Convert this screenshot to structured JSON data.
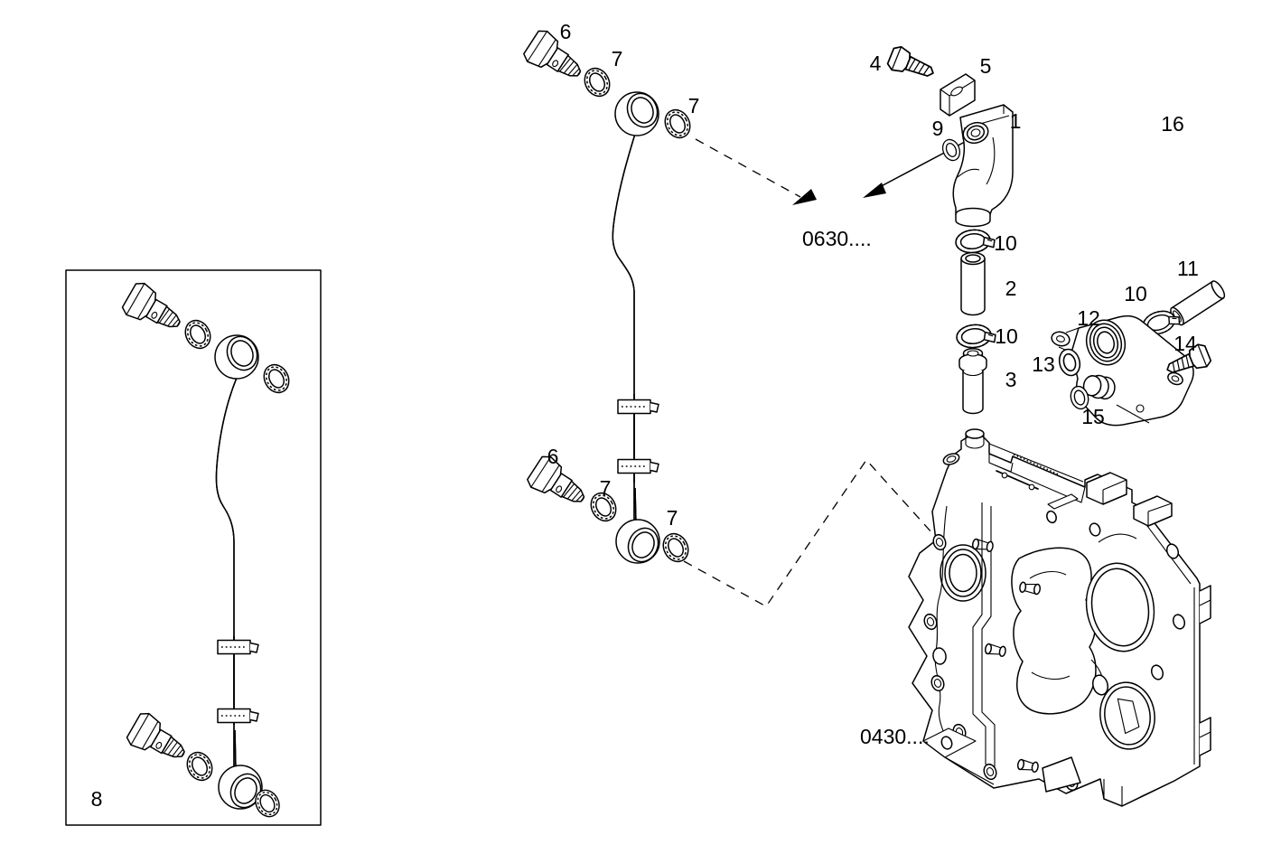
{
  "figure": {
    "background_color": "#ffffff",
    "line_color": "#000000"
  },
  "callouts": {
    "part1": "1",
    "part2": "2",
    "part3": "3",
    "part4": "4",
    "part5": "5",
    "part6_top": "6",
    "part6_bottom": "6",
    "part7_top_left": "7",
    "part7_top_right": "7",
    "part7_bottom_left": "7",
    "part7_bottom_right": "7",
    "part8": "8",
    "part9": "9",
    "part10_a": "10",
    "part10_b": "10",
    "part10_c": "10",
    "part11": "11",
    "part12": "12",
    "part13": "13",
    "part14": "14",
    "part15": "15",
    "part16": "16"
  },
  "references": {
    "upper": "0630....",
    "lower": "0430...."
  }
}
